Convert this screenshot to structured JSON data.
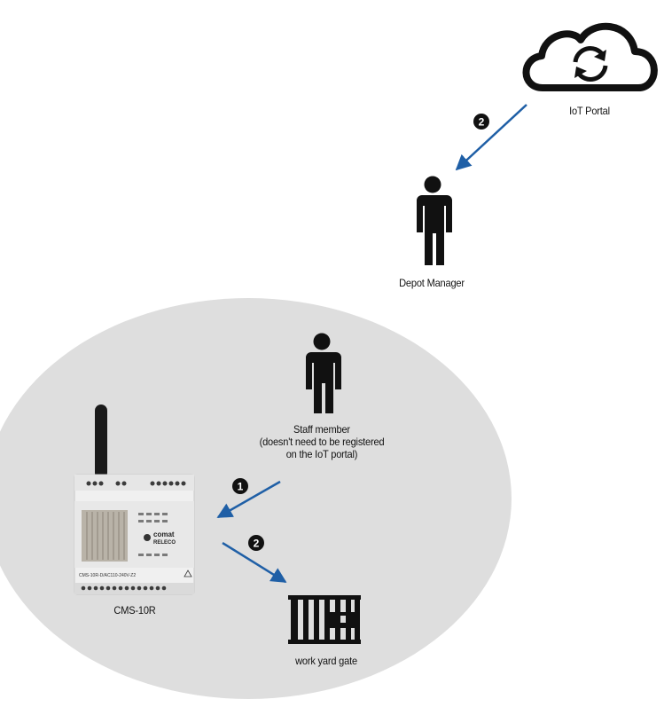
{
  "labels": {
    "iot_portal": "IoT Portal",
    "depot_manager": "Depot Manager",
    "staff_member_line1": "Staff member",
    "staff_member_line2": "(doesn't need to be registered",
    "staff_member_line3": "on the IoT portal)",
    "device": "CMS-10R",
    "gate": "work yard gate"
  },
  "steps": {
    "cloud_to_manager": "2",
    "staff_to_device": "1",
    "device_to_gate": "2"
  },
  "device_panel": {
    "brand_line1": "comat",
    "brand_line2": "RELECO",
    "model_text": "CMS-10R-D/AC110-240V-Z2"
  },
  "colors": {
    "arrow": "#1f5fa6",
    "zone": "#dedede",
    "figure": "#111111",
    "badge": "#111111"
  },
  "icons": {
    "cloud": "cloud-sync-icon",
    "manager": "person-icon",
    "staff": "person-icon",
    "gate": "gate-icon",
    "device": "cms-10r-device"
  }
}
